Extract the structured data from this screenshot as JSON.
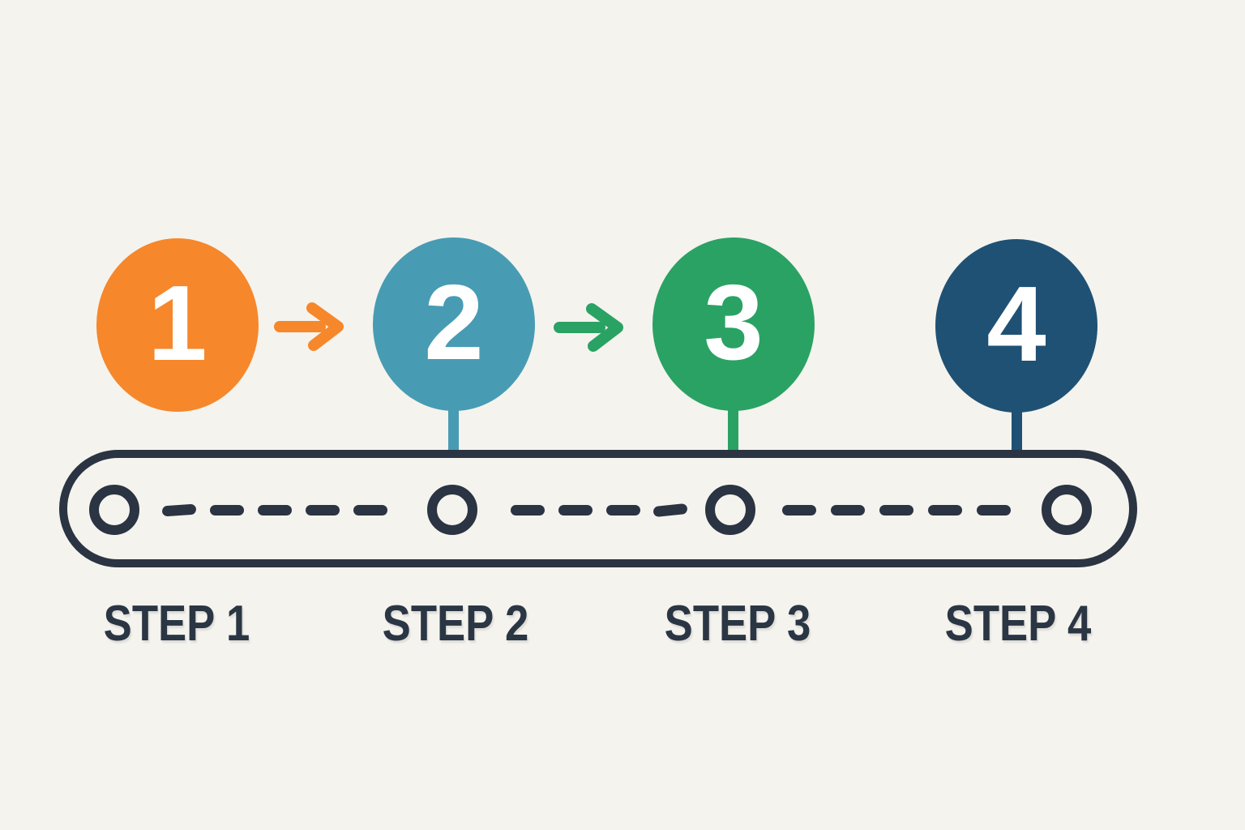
{
  "background_color": "#F5F3EE",
  "outline_color": "#2A3442",
  "label_color": "#2B3644",
  "number_color": "#FFFFFF",
  "steps": [
    {
      "number": "1",
      "label": "STEP 1",
      "color": "#F6872B"
    },
    {
      "number": "2",
      "label": "STEP 2",
      "color": "#479CB3"
    },
    {
      "number": "3",
      "label": "STEP 3",
      "color": "#2AA264"
    },
    {
      "number": "4",
      "label": "STEP 4",
      "color": "#1F5174"
    }
  ],
  "arrows": [
    {
      "between": "step-1-to-step-2",
      "color": "#F6872B"
    },
    {
      "between": "step-2-to-step-3",
      "color": "#2AA264"
    }
  ],
  "track": {
    "node_count": 4,
    "dash_segments": [
      5,
      4,
      5
    ]
  }
}
